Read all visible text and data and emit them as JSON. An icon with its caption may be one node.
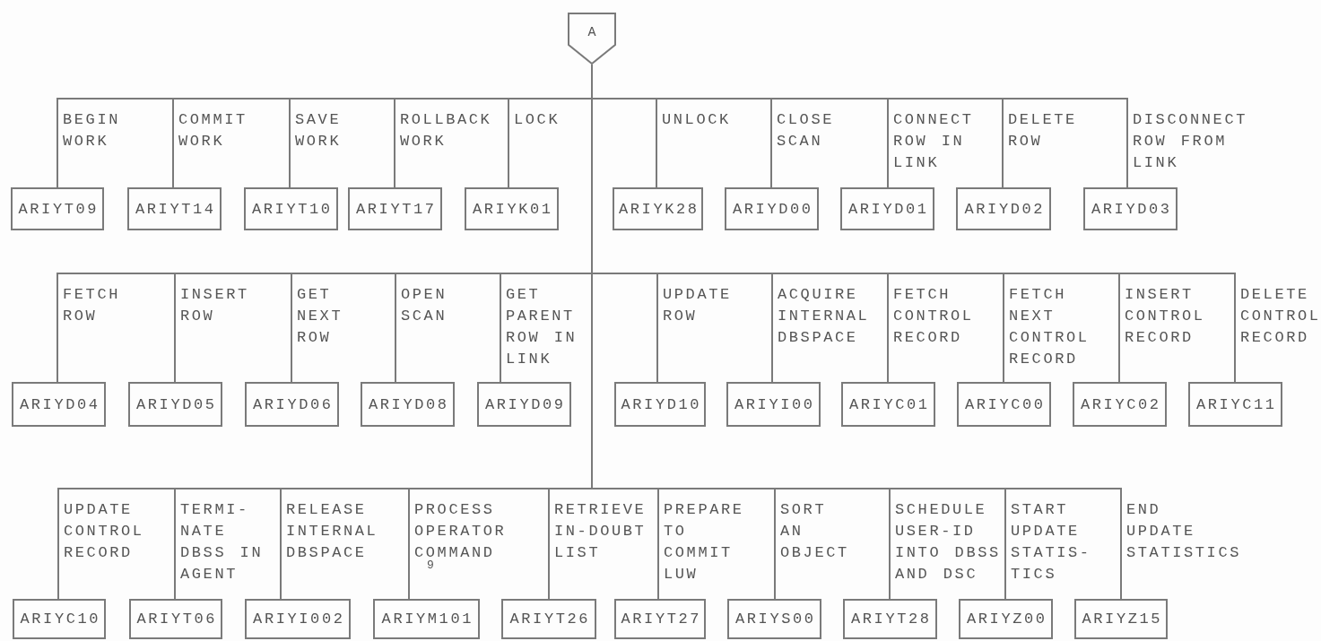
{
  "diagram": {
    "nodes": [
      {
        "text": [
          "A"
        ]
      },
      {
        "text": [
          "ARIYT09"
        ]
      },
      {
        "text": [
          "ARIYT14"
        ]
      },
      {
        "text": [
          "ARIYT10"
        ]
      },
      {
        "text": [
          "ARIYT17"
        ]
      },
      {
        "text": [
          "ARIYK01"
        ]
      },
      {
        "text": [
          "ARIYK28"
        ]
      },
      {
        "text": [
          "ARIYD00"
        ]
      },
      {
        "text": [
          "ARIYD01"
        ]
      },
      {
        "text": [
          "ARIYD02"
        ]
      },
      {
        "text": [
          "ARIYD03"
        ]
      },
      {
        "text": [
          "ARIYD04"
        ]
      },
      {
        "text": [
          "ARIYD05"
        ]
      },
      {
        "text": [
          "ARIYD06"
        ]
      },
      {
        "text": [
          "ARIYD08"
        ]
      },
      {
        "text": [
          "ARIYD09"
        ]
      },
      {
        "text": [
          "ARIYD10"
        ]
      },
      {
        "text": [
          "ARIYI00"
        ]
      },
      {
        "text": [
          "ARIYC01"
        ]
      },
      {
        "text": [
          "ARIYC00"
        ]
      },
      {
        "text": [
          "ARIYC02"
        ]
      },
      {
        "text": [
          "ARIYC11"
        ]
      },
      {
        "text": [
          "ARIYC10"
        ]
      },
      {
        "text": [
          "ARIYT06"
        ]
      },
      {
        "text": [
          "ARIYI002"
        ]
      },
      {
        "text": [
          "ARIYM101"
        ]
      },
      {
        "text": [
          "ARIYT26"
        ]
      },
      {
        "text": [
          "ARIYT27"
        ]
      },
      {
        "text": [
          "ARIYS00"
        ]
      },
      {
        "text": [
          "ARIYT28"
        ]
      },
      {
        "text": [
          "ARIYZ00"
        ]
      },
      {
        "text": [
          "ARIYZ15"
        ]
      }
    ],
    "edges": [
      {
        "from": 0,
        "to": 1,
        "arrow": "none",
        "label": "BEGIN WORK"
      },
      {
        "from": 0,
        "to": 2,
        "arrow": "none",
        "label": "COMMIT WORK"
      },
      {
        "from": 0,
        "to": 3,
        "arrow": "none",
        "label": "SAVE WORK"
      },
      {
        "from": 0,
        "to": 4,
        "arrow": "none",
        "label": "ROLLBACK WORK"
      },
      {
        "from": 0,
        "to": 5,
        "arrow": "none",
        "label": "LOCK"
      },
      {
        "from": 0,
        "to": 6,
        "arrow": "none",
        "label": "UNLOCK"
      },
      {
        "from": 0,
        "to": 7,
        "arrow": "none",
        "label": "CLOSE SCAN"
      },
      {
        "from": 0,
        "to": 8,
        "arrow": "none",
        "label": "CONNECT ROW IN LINK"
      },
      {
        "from": 0,
        "to": 9,
        "arrow": "none",
        "label": "DELETE ROW"
      },
      {
        "from": 0,
        "to": 10,
        "arrow": "none",
        "label": "DISCONNECT ROW FROM LINK"
      },
      {
        "from": 0,
        "to": 11,
        "arrow": "none",
        "label": "FETCH ROW"
      },
      {
        "from": 0,
        "to": 12,
        "arrow": "none",
        "label": "INSERT ROW"
      },
      {
        "from": 0,
        "to": 13,
        "arrow": "none",
        "label": "GET NEXT ROW"
      },
      {
        "from": 0,
        "to": 14,
        "arrow": "none",
        "label": "OPEN SCAN"
      },
      {
        "from": 0,
        "to": 15,
        "arrow": "none",
        "label": "GET PARENT ROW IN LINK"
      },
      {
        "from": 0,
        "to": 16,
        "arrow": "none",
        "label": "UPDATE ROW"
      },
      {
        "from": 0,
        "to": 17,
        "arrow": "none",
        "label": "ACQUIRE INTERNAL DBSPACE"
      },
      {
        "from": 0,
        "to": 18,
        "arrow": "none",
        "label": "FETCH CONTROL RECORD"
      },
      {
        "from": 0,
        "to": 19,
        "arrow": "none",
        "label": "FETCH NEXT CONTROL RECORD"
      },
      {
        "from": 0,
        "to": 20,
        "arrow": "none",
        "label": "INSERT CONTROL RECORD"
      },
      {
        "from": 0,
        "to": 21,
        "arrow": "none",
        "label": "DELETE CONTROL RECORD"
      },
      {
        "from": 0,
        "to": 22,
        "arrow": "none",
        "label": "UPDATE CONTROL RECORD"
      },
      {
        "from": 0,
        "to": 23,
        "arrow": "none",
        "label": "TERMI- NATE DBSS IN AGENT"
      },
      {
        "from": 0,
        "to": 24,
        "arrow": "none",
        "label": "RELEASE INTERNAL DBSPACE"
      },
      {
        "from": 0,
        "to": 25,
        "arrow": "none",
        "label": "PROCESS OPERATOR COMMAND"
      },
      {
        "from": 0,
        "to": 26,
        "arrow": "none",
        "label": "RETRIEVE IN-DOUBT LIST"
      },
      {
        "from": 0,
        "to": 27,
        "arrow": "none",
        "label": "PREPARE TO COMMIT LUW"
      },
      {
        "from": 0,
        "to": 28,
        "arrow": "none",
        "label": "SORT AN OBJECT"
      },
      {
        "from": 0,
        "to": 29,
        "arrow": "none",
        "label": "SCHEDULE USER-ID INTO DBSS AND DSC"
      },
      {
        "from": 0,
        "to": 30,
        "arrow": "none",
        "label": "START UPDATE STATIS- TICS"
      },
      {
        "from": 0,
        "to": 31,
        "arrow": "none",
        "label": "END UPDATE STATISTICS"
      }
    ],
    "labels": [
      "9"
    ]
  }
}
